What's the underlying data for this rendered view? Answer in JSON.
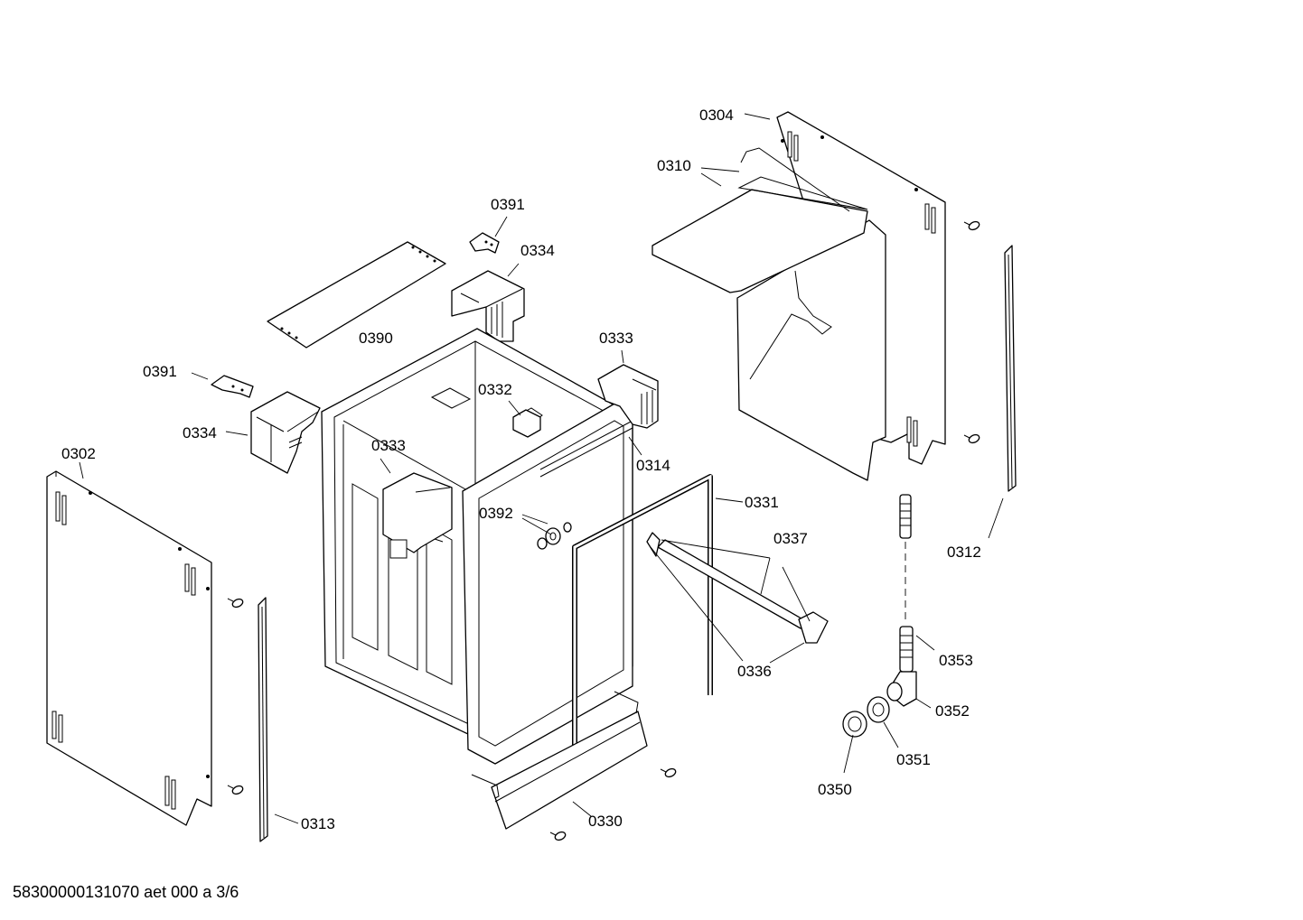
{
  "diagram": {
    "labels": {
      "p0302": "0302",
      "p0304": "0304",
      "p0310": "0310",
      "p0312": "0312",
      "p0313": "0313",
      "p0314": "0314",
      "p0330": "0330",
      "p0331": "0331",
      "p0332": "0332",
      "p0333a": "0333",
      "p0333b": "0333",
      "p0334a": "0334",
      "p0334b": "0334",
      "p0336": "0336",
      "p0337": "0337",
      "p0350": "0350",
      "p0351": "0351",
      "p0352": "0352",
      "p0353": "0353",
      "p0390": "0390",
      "p0391a": "0391",
      "p0391b": "0391",
      "p0392": "0392"
    },
    "footer": "58300000131070 aet 000 a 3/6"
  }
}
